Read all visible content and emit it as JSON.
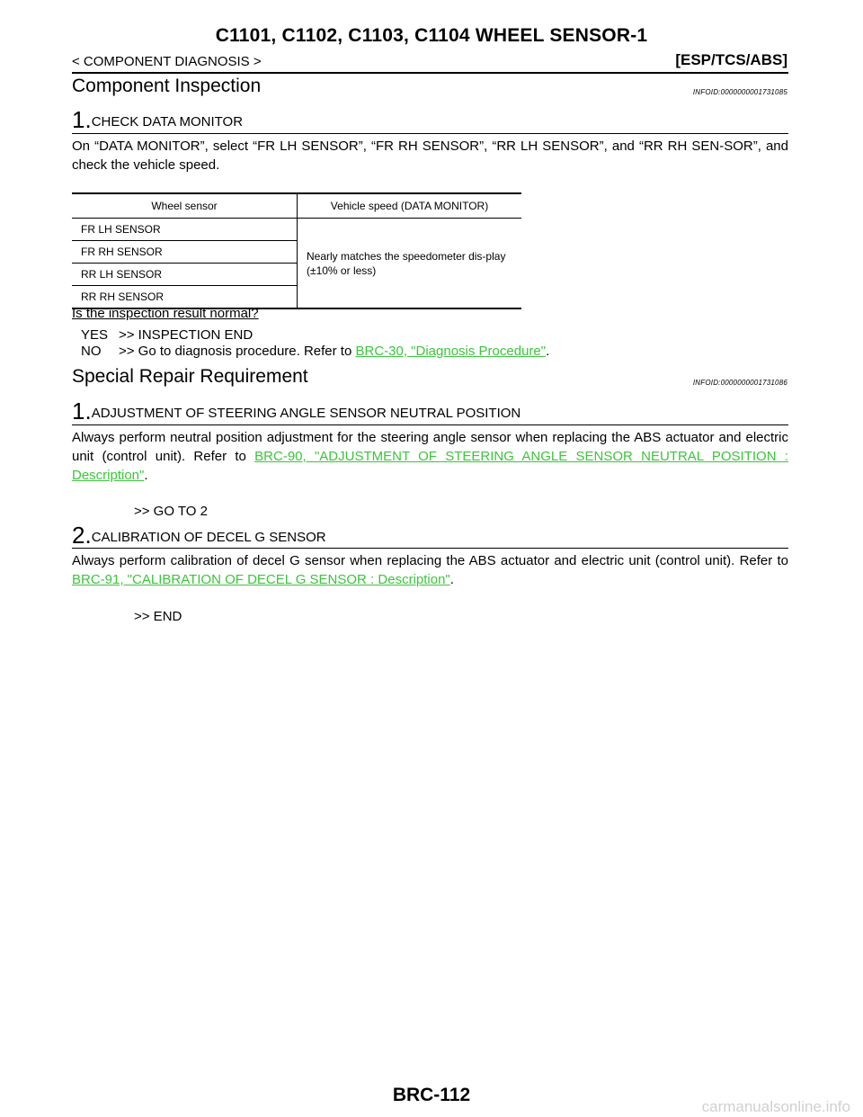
{
  "header": {
    "title": "C1101, C1102, C1103, C1104 WHEEL SENSOR-1",
    "breadcrumb": "< COMPONENT DIAGNOSIS >",
    "system": "[ESP/TCS/ABS]"
  },
  "component_inspection": {
    "title": "Component Inspection",
    "infoid": "INFOID:0000000001731085",
    "step1": {
      "num": "1.",
      "title": "CHECK DATA MONITOR",
      "text": "On “DATA MONITOR”, select “FR LH SENSOR”, “FR RH SENSOR”, “RR LH SENSOR”, and “RR RH SEN-SOR”, and check the vehicle speed."
    },
    "table": {
      "headers": [
        "Wheel sensor",
        "Vehicle speed (DATA MONITOR)"
      ],
      "rows": [
        "FR LH SENSOR",
        "FR RH SENSOR",
        "RR LH SENSOR",
        "RR RH SENSOR"
      ],
      "value": "Nearly matches the speedometer dis-play (±10% or less)"
    },
    "question": "Is the inspection result normal?",
    "yes_label": "YES",
    "yes_text": ">> INSPECTION END",
    "no_label": "NO",
    "no_text_pre": ">> Go to diagnosis procedure. Refer to ",
    "no_link": "BRC-30, \"Diagnosis Procedure\"",
    "no_text_post": "."
  },
  "special_repair": {
    "title": "Special Repair Requirement",
    "infoid": "INFOID:0000000001731086",
    "step1": {
      "num": "1.",
      "title": "ADJUSTMENT OF STEERING ANGLE SENSOR NEUTRAL POSITION",
      "text_pre": "Always perform neutral position adjustment for the steering angle sensor when replacing the ABS actuator and electric unit (control unit). Refer to ",
      "link": "BRC-90, \"ADJUSTMENT OF STEERING ANGLE SENSOR NEUTRAL POSITION : Description\"",
      "text_post": ".",
      "go": ">> GO TO 2"
    },
    "step2": {
      "num": "2.",
      "title": "CALIBRATION OF DECEL G SENSOR",
      "text_pre": "Always perform calibration of decel G sensor when replacing the ABS actuator and electric unit (control unit). Refer to ",
      "link": "BRC-91, \"CALIBRATION OF DECEL G SENSOR : Description\"",
      "text_post": ".",
      "go": ">> END"
    }
  },
  "footer": {
    "page_code": "BRC-112",
    "watermark": "carmanualsonline.info"
  },
  "colors": {
    "link": "#3dc43d",
    "text": "#000000",
    "watermark": "#d0d0d0"
  }
}
